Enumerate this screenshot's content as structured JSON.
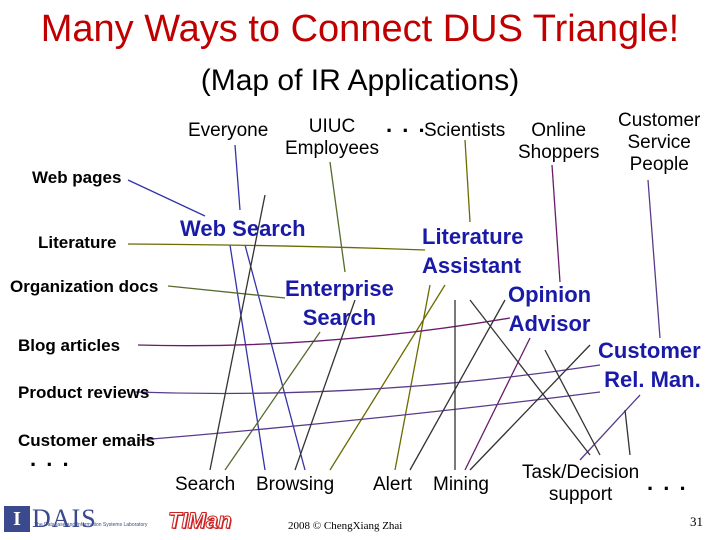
{
  "title": "Many Ways to Connect DUS Triangle!",
  "subtitle": "(Map of IR Applications)",
  "users": {
    "everyone": "Everyone",
    "uiuc_employees": "UIUC\nEmployees",
    "dots": ". . .",
    "scientists": "Scientists",
    "online_shoppers": "Online\nShoppers",
    "customer_service_people": "Customer\nService\nPeople"
  },
  "documents": {
    "web_pages": "Web pages",
    "literature": "Literature",
    "organization_docs": "Organization docs",
    "blog_articles": "Blog articles",
    "product_reviews": "Product reviews",
    "customer_emails": "Customer emails",
    "dots": ". . ."
  },
  "applications": {
    "web_search": "Web Search",
    "enterprise_search": "Enterprise\nSearch",
    "literature_assistant": "Literature\nAssistant",
    "opinion_advisor": "Opinion\nAdvisor",
    "customer_rel_man": "Customer\nRel. Man."
  },
  "functions": {
    "search": "Search",
    "browsing": "Browsing",
    "alert": "Alert",
    "mining": "Mining",
    "task_decision_support": "Task/Decision\nsupport",
    "dots": ". . ."
  },
  "footer": {
    "copyright": "2008 © ChengXiang Zhai",
    "page_number": "31",
    "logo_dais_letters": "I DAIS",
    "logo_dais_caption": "The Database and Information Systems Laboratory",
    "logo_timan": "TIMan"
  },
  "colors": {
    "title": "#c00000",
    "application_text": "#1a1aa8",
    "web_line": "#3333aa",
    "enterprise_line": "#556b2f",
    "literature_line": "#6b6b00",
    "opinion_line": "#6b1a6b",
    "crm_line": "#5a3a8a",
    "function_line": "#333333"
  }
}
